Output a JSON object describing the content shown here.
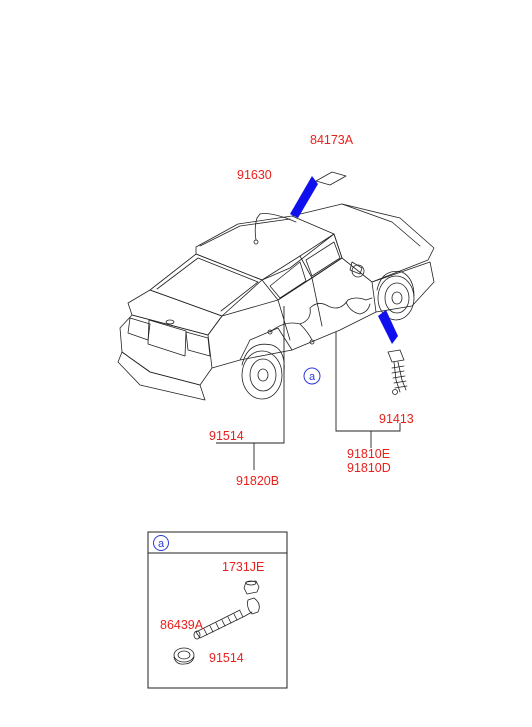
{
  "diagram": {
    "part_labels": {
      "p84173A": "84173A",
      "p91630": "91630",
      "p91413": "91413",
      "p91514_main": "91514",
      "p91820B": "91820B",
      "p91810E": "91810E",
      "p91810D": "91810D"
    },
    "detail_ref": "a",
    "detail_box": {
      "ref": "a",
      "labels": {
        "p1731JE": "1731JE",
        "p86439A": "86439A",
        "p91514": "91514"
      }
    },
    "colors": {
      "label": "#e8201c",
      "callout_arrow": "#1010ee",
      "ref_circle": "#2a3bd6",
      "linework": "#222222"
    }
  }
}
